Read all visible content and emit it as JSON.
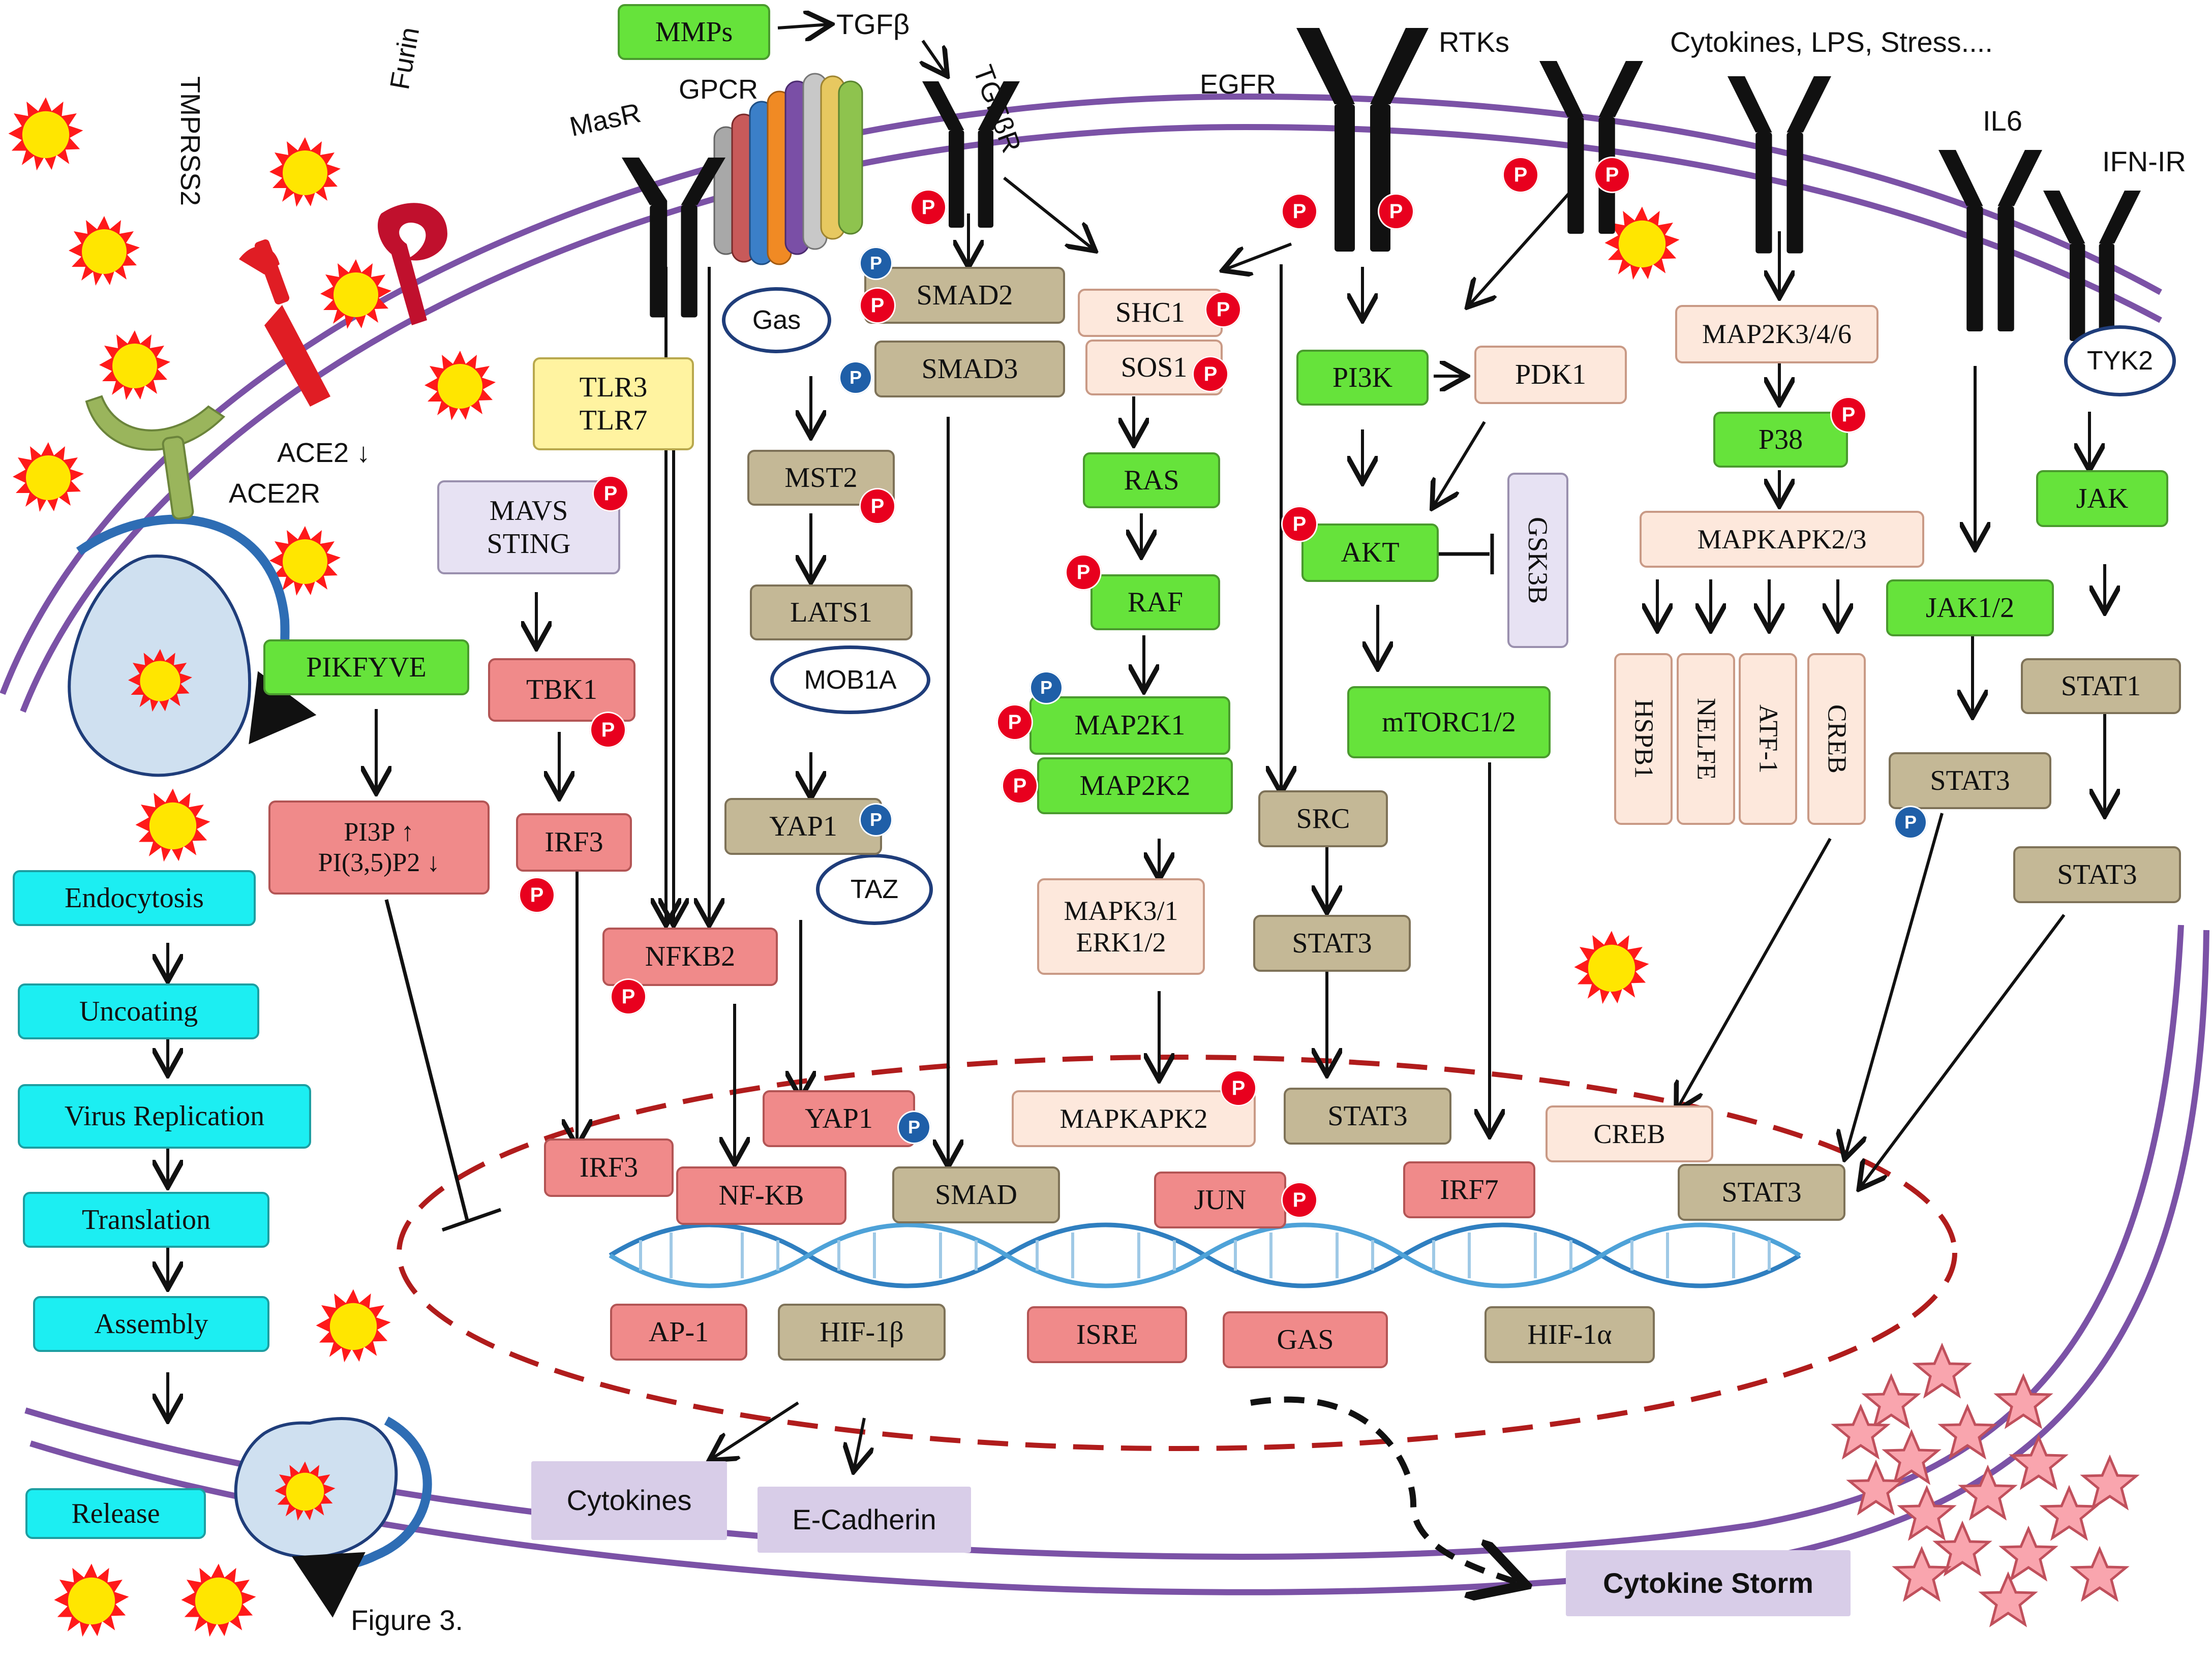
{
  "membrane_color": "#7b52a6",
  "nucleus_border_color": "#b01c1c",
  "receptors": {
    "masr": "MasR",
    "gpcr": "GPCR",
    "tgfbr": "TGFβR",
    "egfr": "EGFR",
    "rtks": "RTKs",
    "cytokines_lps_stress": "Cytokines, LPS, Stress....",
    "il6": "IL6",
    "ifn_ir": "IFN-IR",
    "tmprss2": "TMPRSS2",
    "furin": "Furin",
    "ace2_down": "ACE2 ↓",
    "ace2r": "ACE2R",
    "mmps": "MMPs",
    "tgfb": "TGFβ"
  },
  "ovals": {
    "gas": "Gas",
    "mob1a": "MOB1A",
    "taz": "TAZ",
    "tyk2": "TYK2"
  },
  "nodes": {
    "tlr": "TLR3\nTLR7",
    "mavs": "MAVS\nSTING",
    "tbk1": "TBK1",
    "irf3_cyt": "IRF3",
    "pikfyve": "PIKFYVE",
    "pi3p": "PI3P ↑\nPI(3,5)P2 ↓",
    "smad2": "SMAD2",
    "smad3": "SMAD3",
    "mst2": "MST2",
    "lats1": "LATS1",
    "yap1_cyt": "YAP1",
    "nfkb2": "NFKB2",
    "shc1": "SHC1",
    "sos1": "SOS1",
    "ras": "RAS",
    "raf": "RAF",
    "map2k1": "MAP2K1",
    "map2k2": "MAP2K2",
    "mapk3": "MAPK3/1\nERK1/2",
    "pi3k": "PI3K",
    "pdk1": "PDK1",
    "akt": "AKT",
    "gsk3b": "GSK3B",
    "mtorc": "mTORC1/2",
    "src": "SRC",
    "stat3_cyt": "STAT3",
    "map2k346": "MAP2K3/4/6",
    "p38": "P38",
    "mapkapk23": "MAPKAPK2/3",
    "hspb1": "HSPB1",
    "nelfe": "NELFE",
    "atf1": "ATF-1",
    "creb_cyt": "CREB",
    "jak": "JAK",
    "jak12": "JAK1/2",
    "stat1": "STAT1",
    "stat3_jak": "STAT3",
    "stat3_ifn": "STAT3"
  },
  "nuclear": {
    "irf3": "IRF3",
    "nfkb": "NF-KB",
    "yap1": "YAP1",
    "smad": "SMAD",
    "mapkapk2": "MAPKAPK2",
    "jun": "JUN",
    "stat3": "STAT3",
    "irf7": "IRF7",
    "creb": "CREB",
    "stat3_b": "STAT3",
    "ap1": "AP-1",
    "hif1b": "HIF-1β",
    "isre": "ISRE",
    "gas": "GAS",
    "hif1a": "HIF-1α"
  },
  "lifecycle": [
    "Endocytosis",
    "Uncoating",
    "Virus Replication",
    "Translation",
    "Assembly",
    "Release"
  ],
  "outputs": {
    "cytokines": "Cytokines",
    "ecadherin": "E-Cadherin",
    "storm": "Cytokine Storm"
  },
  "phospho": "P",
  "figure_label": "Figure 3."
}
